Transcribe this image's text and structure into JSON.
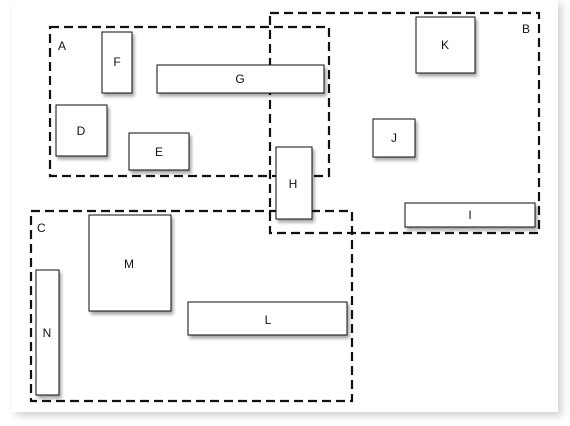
{
  "diagram": {
    "groups": [
      {
        "id": "A",
        "label": "A"
      },
      {
        "id": "B",
        "label": "B"
      },
      {
        "id": "C",
        "label": "C"
      }
    ],
    "boxes": [
      {
        "id": "D",
        "label": "D"
      },
      {
        "id": "E",
        "label": "E"
      },
      {
        "id": "F",
        "label": "F"
      },
      {
        "id": "G",
        "label": "G"
      },
      {
        "id": "H",
        "label": "H"
      },
      {
        "id": "I",
        "label": "I"
      },
      {
        "id": "J",
        "label": "J"
      },
      {
        "id": "K",
        "label": "K"
      },
      {
        "id": "L",
        "label": "L"
      },
      {
        "id": "M",
        "label": "M"
      },
      {
        "id": "N",
        "label": "N"
      }
    ],
    "colors": {
      "box_fill": "#ffffff",
      "stroke": "#111111",
      "shadow": "#9a9a9a"
    }
  }
}
